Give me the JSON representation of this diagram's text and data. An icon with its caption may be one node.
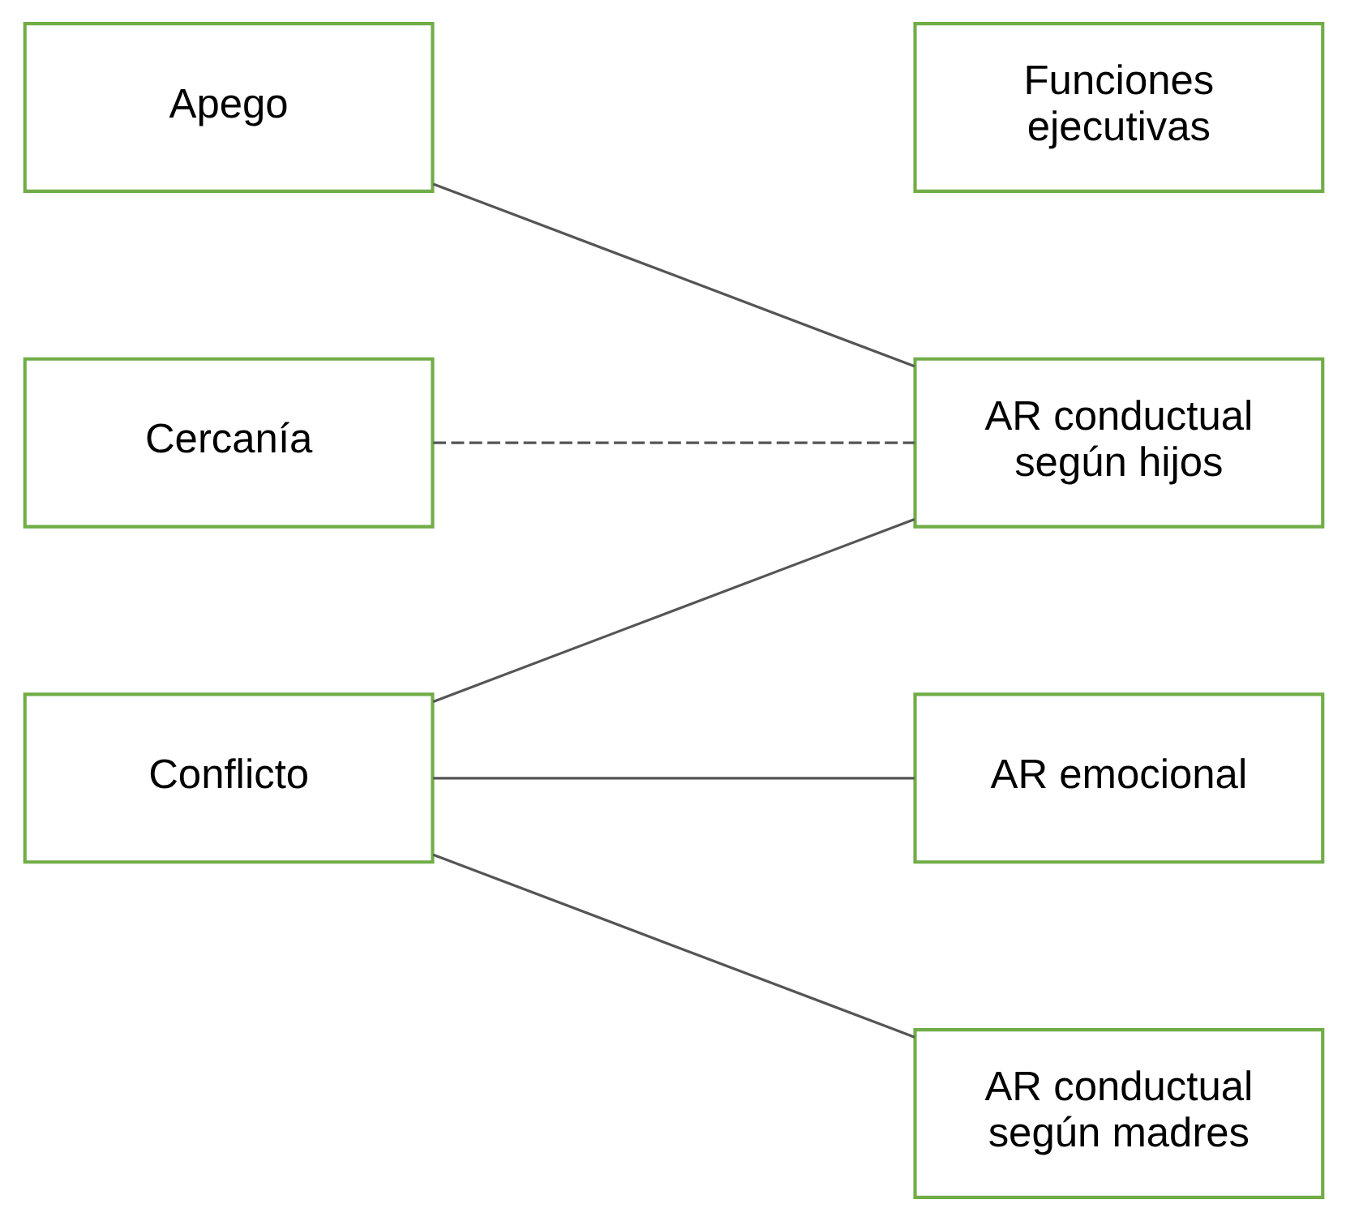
{
  "diagram": {
    "nodes": [
      {
        "text": [
          "Apego"
        ]
      },
      {
        "text": [
          "Cercanía"
        ]
      },
      {
        "text": [
          "Conflicto"
        ]
      },
      {
        "text": [
          "Funciones ejecutivas"
        ]
      },
      {
        "text": [
          "AR emocional"
        ]
      },
      {
        "text": [
          "AR conductual según hijos"
        ]
      },
      {
        "text": [
          "AR conductual según madres"
        ]
      }
    ],
    "edges": [
      {
        "from": 0,
        "to": 5,
        "arrow": "none"
      },
      {
        "from": 1,
        "to": 5,
        "arrow": "none",
        "style": "dashed"
      },
      {
        "from": 2,
        "to": 4,
        "arrow": "none"
      },
      {
        "from": 2,
        "to": 5,
        "arrow": "none"
      },
      {
        "from": 2,
        "to": 6,
        "arrow": "none"
      }
    ]
  }
}
